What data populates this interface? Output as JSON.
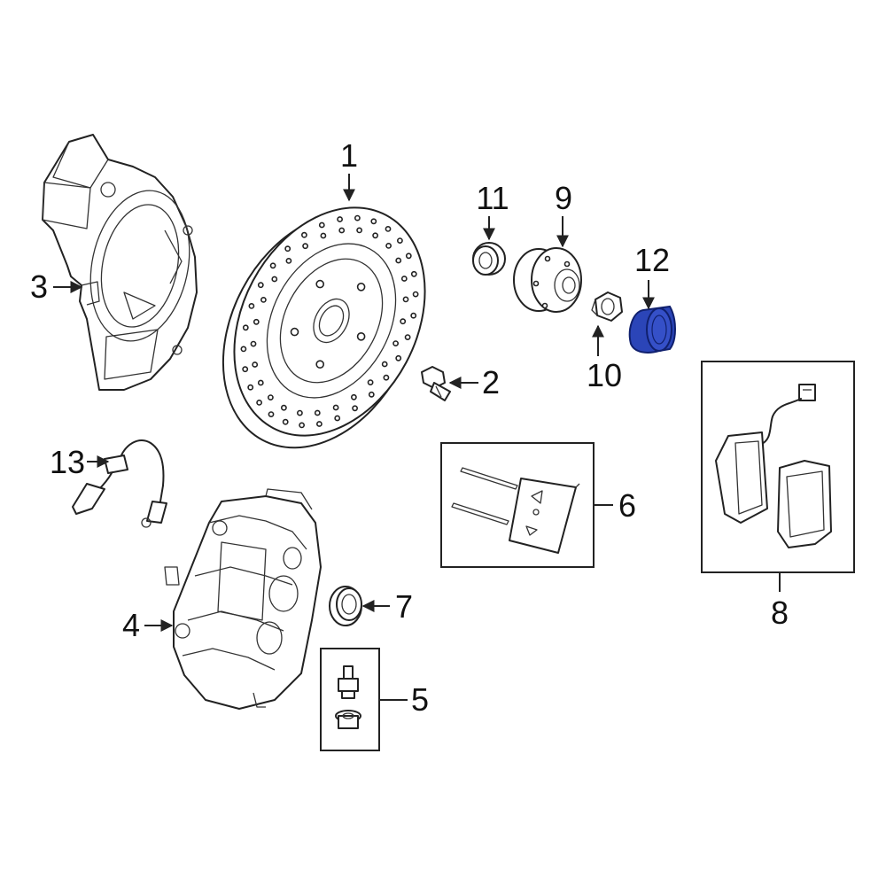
{
  "callouts": [
    {
      "id": "1",
      "label": "1"
    },
    {
      "id": "2",
      "label": "2"
    },
    {
      "id": "3",
      "label": "3"
    },
    {
      "id": "4",
      "label": "4"
    },
    {
      "id": "5",
      "label": "5"
    },
    {
      "id": "6",
      "label": "6"
    },
    {
      "id": "7",
      "label": "7"
    },
    {
      "id": "8",
      "label": "8"
    },
    {
      "id": "9",
      "label": "9"
    },
    {
      "id": "10",
      "label": "10"
    },
    {
      "id": "11",
      "label": "11"
    },
    {
      "id": "12",
      "label": "12"
    },
    {
      "id": "13",
      "label": "13"
    }
  ],
  "colors": {
    "line": "#222222",
    "background": "#ffffff",
    "highlight_fill": "#2b45b8",
    "highlight_stroke": "#10206e"
  },
  "highlighted_part": "12"
}
